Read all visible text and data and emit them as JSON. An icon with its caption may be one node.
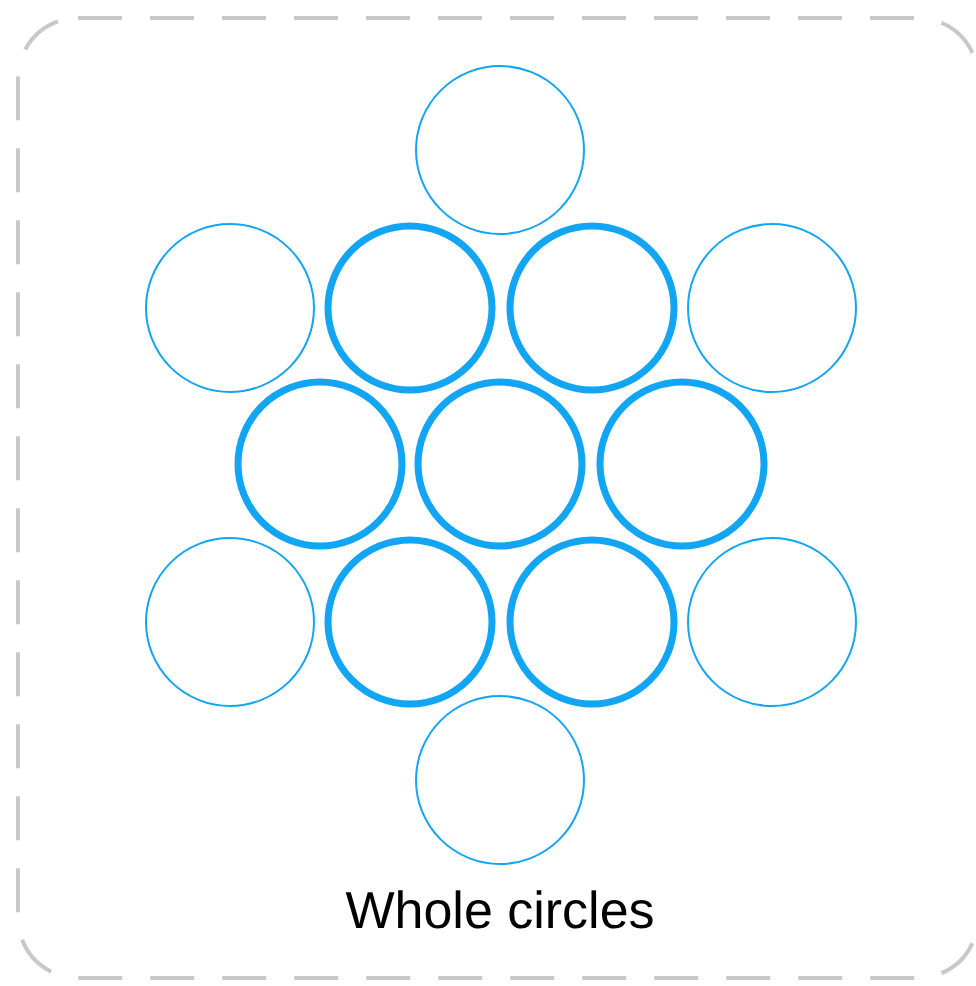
{
  "diagram": {
    "caption": "Whole circles",
    "nodes": [
      {
        "text": [],
        "shape": "circle"
      },
      {
        "text": [],
        "shape": "circle"
      },
      {
        "text": [],
        "shape": "circle"
      },
      {
        "text": [],
        "shape": "circle"
      },
      {
        "text": [],
        "shape": "circle"
      },
      {
        "text": [],
        "shape": "circle"
      },
      {
        "text": [],
        "shape": "circle"
      },
      {
        "text": [],
        "shape": "circle"
      },
      {
        "text": [],
        "shape": "circle"
      },
      {
        "text": [],
        "shape": "circle"
      },
      {
        "text": [],
        "shape": "circle"
      },
      {
        "text": [],
        "shape": "circle"
      },
      {
        "text": [],
        "shape": "circle"
      }
    ]
  }
}
